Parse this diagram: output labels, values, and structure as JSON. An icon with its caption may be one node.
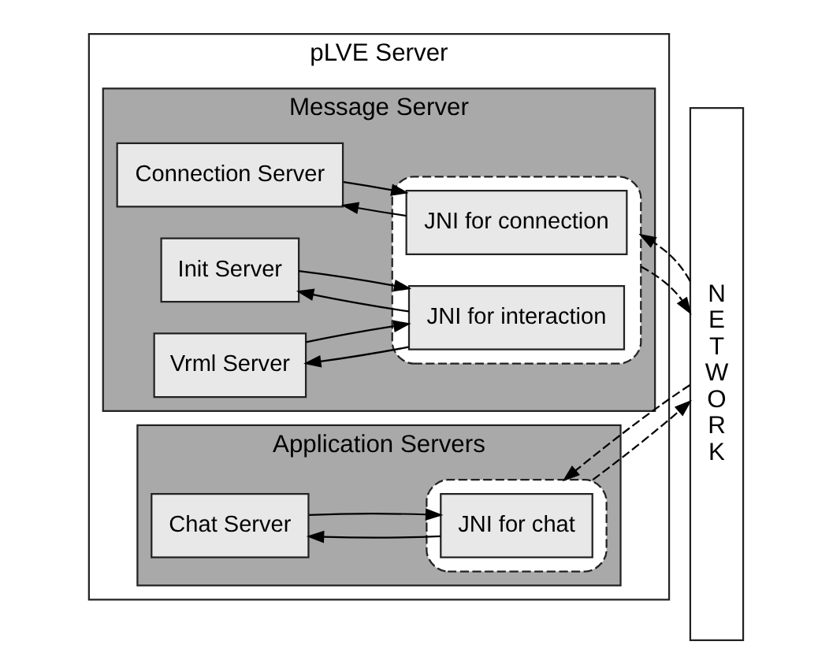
{
  "diagram": {
    "nodes": [
      {
        "text": [
          "pLVE Server"
        ]
      },
      {
        "text": [
          "Message Server"
        ],
        "in": 0
      },
      {
        "text": [
          "Connection Server"
        ],
        "in": 1
      },
      {
        "text": [
          "Init Server"
        ],
        "in": 1
      },
      {
        "text": [
          "Vrml Server"
        ],
        "in": 1
      },
      {
        "text": [],
        "shape": "box",
        "in": 1
      },
      {
        "text": [
          "JNI for connection"
        ],
        "in": 5
      },
      {
        "text": [
          "JNI for interaction"
        ],
        "in": 5
      },
      {
        "text": [
          "Application Servers"
        ],
        "in": 0
      },
      {
        "text": [
          "Chat Server"
        ],
        "in": 8
      },
      {
        "text": [],
        "shape": "box",
        "in": 8
      },
      {
        "text": [
          "JNI for chat"
        ],
        "in": 10
      },
      {
        "text": [
          "NETWORK"
        ]
      }
    ],
    "edges": [
      {
        "from": 2,
        "to": 6,
        "arrow": "to"
      },
      {
        "from": 6,
        "to": 2,
        "arrow": "to"
      },
      {
        "from": 3,
        "to": 7,
        "arrow": "to"
      },
      {
        "from": 7,
        "to": 3,
        "arrow": "to"
      },
      {
        "from": 4,
        "to": 7,
        "arrow": "to"
      },
      {
        "from": 7,
        "to": 4,
        "arrow": "to"
      },
      {
        "from": 5,
        "to": 12,
        "arrow": "to",
        "style": "dashed"
      },
      {
        "from": 12,
        "to": 5,
        "arrow": "to",
        "style": "dashed"
      },
      {
        "from": 9,
        "to": 11,
        "arrow": "to"
      },
      {
        "from": 11,
        "to": 9,
        "arrow": "to"
      },
      {
        "from": 10,
        "to": 12,
        "arrow": "to",
        "style": "dashed"
      },
      {
        "from": 12,
        "to": 10,
        "arrow": "to",
        "style": "dashed"
      }
    ]
  }
}
